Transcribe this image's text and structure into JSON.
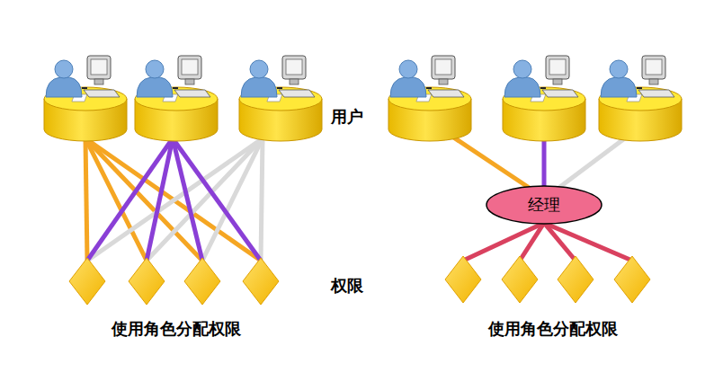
{
  "diagram": {
    "nodes": [
      {
        "text": [
          "经理"
        ]
      }
    ],
    "edges": [],
    "labels": [
      "用户",
      "权限",
      "使用角色分配权限",
      "使用角色分配权限"
    ]
  }
}
